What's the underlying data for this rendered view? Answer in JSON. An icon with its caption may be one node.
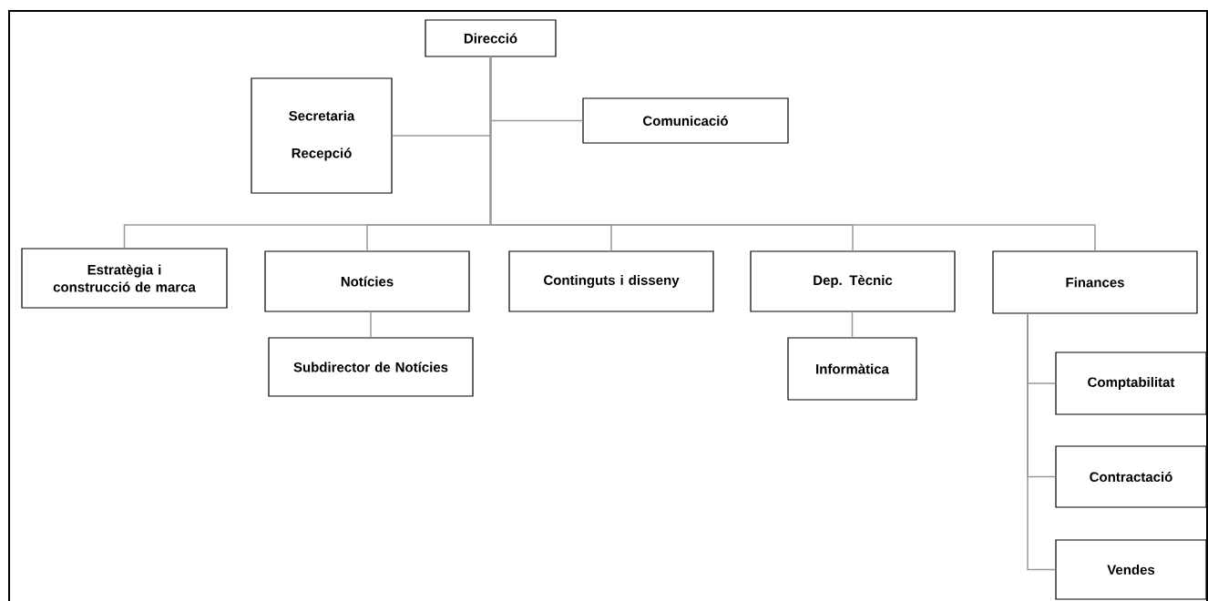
{
  "diagram": {
    "nodes": [
      {
        "text": [
          "Direcció"
        ]
      },
      {
        "text": [
          "Secretaria",
          "Recepció"
        ]
      },
      {
        "text": [
          "Comunicació"
        ]
      },
      {
        "text": [
          "Estratègia i construcció de marca"
        ]
      },
      {
        "text": [
          "Notícies"
        ]
      },
      {
        "text": [
          "Continguts i disseny"
        ]
      },
      {
        "text": [
          "Dep. Tècnic"
        ]
      },
      {
        "text": [
          "Finances"
        ]
      },
      {
        "text": [
          "Subdirector de Notícies"
        ]
      },
      {
        "text": [
          "Informàtica"
        ]
      },
      {
        "text": [
          "Comptabilitat"
        ]
      },
      {
        "text": [
          "Contractació"
        ]
      },
      {
        "text": [
          "Vendes"
        ]
      }
    ],
    "edges": [
      {
        "from": 0,
        "to": 1,
        "arrow": "none"
      },
      {
        "from": 0,
        "to": 2,
        "arrow": "none"
      },
      {
        "from": 0,
        "to": 3,
        "arrow": "none"
      },
      {
        "from": 0,
        "to": 4,
        "arrow": "none"
      },
      {
        "from": 0,
        "to": 5,
        "arrow": "none"
      },
      {
        "from": 0,
        "to": 6,
        "arrow": "none"
      },
      {
        "from": 0,
        "to": 7,
        "arrow": "none"
      },
      {
        "from": 4,
        "to": 8,
        "arrow": "none"
      },
      {
        "from": 6,
        "to": 9,
        "arrow": "none"
      },
      {
        "from": 7,
        "to": 10,
        "arrow": "none"
      },
      {
        "from": 7,
        "to": 11,
        "arrow": "none"
      },
      {
        "from": 7,
        "to": 12,
        "arrow": "none"
      }
    ]
  }
}
